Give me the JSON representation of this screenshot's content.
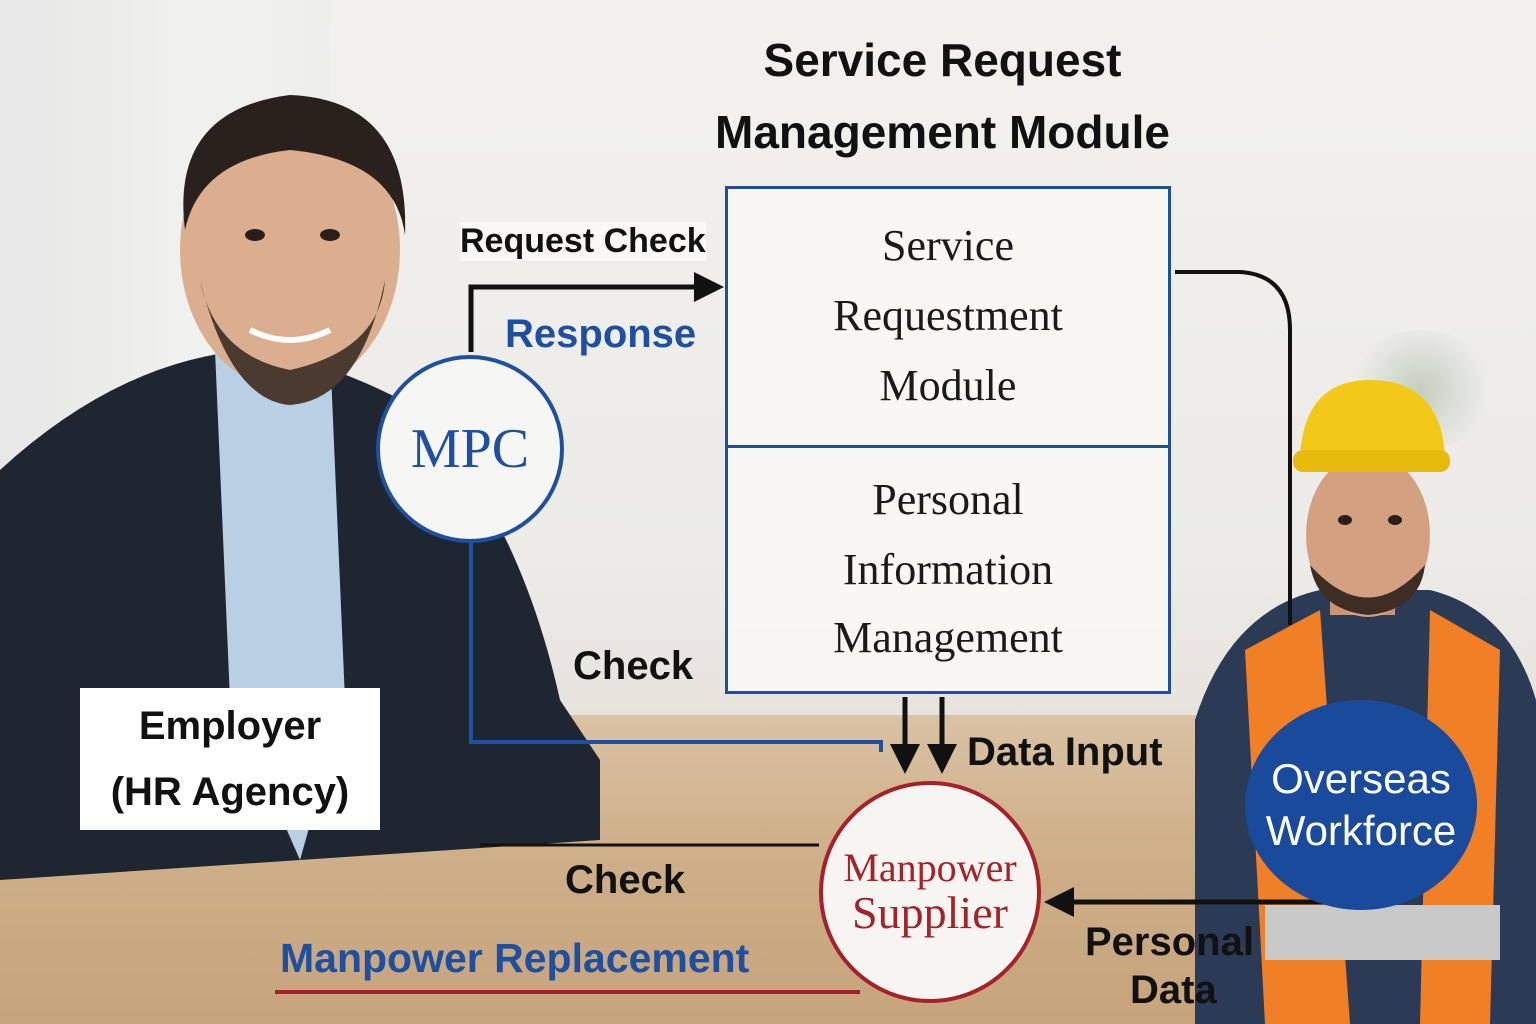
{
  "title": {
    "line1": "Service Request",
    "line2": "Management Module"
  },
  "module_box": {
    "top_lines": [
      "Service",
      "Requestment",
      "Module"
    ],
    "bottom_lines": [
      "Personal",
      "Information",
      "Management"
    ]
  },
  "nodes": {
    "mpc": "MPC",
    "supplier": {
      "line1": "Manpower",
      "line2": "Supplier"
    },
    "overseas": {
      "line1": "Overseas",
      "line2": "Workforce"
    },
    "employer": {
      "line1": "Employer",
      "line2": "(HR Agency)"
    }
  },
  "edge_labels": {
    "request_check": "Request Check",
    "response": "Response",
    "check_upper": "Check",
    "data_input": "Data Input",
    "check_lower": "Check",
    "manpower_replacement": "Manpower Replacement",
    "personal_data_line1": "Personal",
    "personal_data_line2": "Data"
  },
  "colors": {
    "blue": "#1f4fa0",
    "red": "#a5222a",
    "workforce_fill": "#1a4a9c"
  },
  "photos": [
    "employer-person",
    "worker-person"
  ]
}
